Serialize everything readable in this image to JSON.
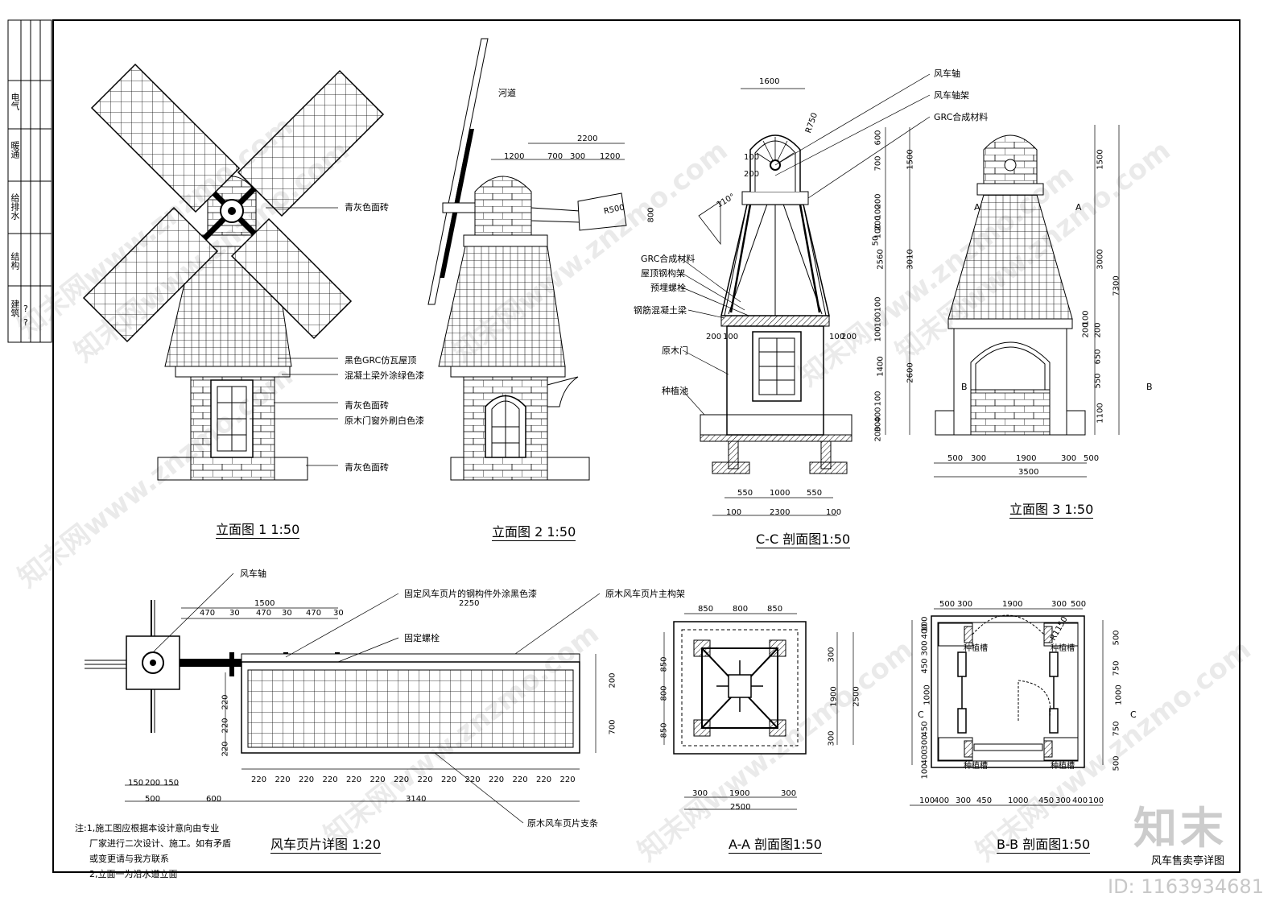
{
  "title_block": [
    "建筑",
    "结构",
    "给排水",
    "暖通",
    "电气"
  ],
  "stamp_marks": [
    "?",
    "?"
  ],
  "elevation1": {
    "title": "立面图 1 1:50",
    "labels": [
      "青灰色面砖",
      "黑色GRC仿瓦屋顶",
      "混凝土梁外涂绿色漆",
      "青灰色面砖",
      "原木门窗外刷白色漆",
      "青灰色面砖"
    ]
  },
  "elevation2": {
    "title": "立面图 2 1:50",
    "label_river": "河道",
    "dims_top": [
      "2200",
      "1200",
      "700",
      "300",
      "1200"
    ],
    "dim_r": "R500",
    "dim_side": "800"
  },
  "section_cc": {
    "title": "C-C 剖面图1:50",
    "top_dim": "1600",
    "arc_r": "R750",
    "angle": "110°",
    "labels_right": [
      "风车轴",
      "风车轴架",
      "GRC合成材料"
    ],
    "labels_left": [
      "GRC合成材料",
      "屋顶钢构架",
      "预埋螺栓",
      "钢筋混凝土梁",
      "原木门",
      "种植池"
    ],
    "dims_left_small": [
      "100",
      "200",
      "200",
      "100",
      "200",
      "100"
    ],
    "dims_right_inner": [
      "600",
      "700",
      "200",
      "200",
      "100",
      "50",
      "100",
      "2560",
      "100",
      "100",
      "100",
      "1400",
      "100",
      "400",
      "300",
      "200"
    ],
    "dims_right_outer": [
      "1500",
      "3010",
      "2600"
    ],
    "dims_bottom": [
      "550",
      "1000",
      "550",
      "100",
      "2300",
      "100"
    ]
  },
  "elevation3": {
    "title": "立面图 3 1:50",
    "section_marks": [
      "A",
      "A",
      "B",
      "B"
    ],
    "dims_right_inner": [
      "1500",
      "3000",
      "200",
      "650",
      "550",
      "1100",
      "200",
      "100"
    ],
    "dims_right_total": "7300",
    "dims_bottom": [
      "500",
      "300",
      "1900",
      "300",
      "500",
      "3500"
    ]
  },
  "blade_detail": {
    "title": "风车页片详图  1:20",
    "labels": [
      "风车轴",
      "固定风车页片的钢构件外涂黑色漆",
      "原木风车页片主构架",
      "固定螺栓",
      "原木风车页片支条"
    ],
    "dims_top": [
      "1500",
      "2250",
      "470",
      "30",
      "470",
      "30",
      "470",
      "30"
    ],
    "dims_right": [
      "200",
      "700"
    ],
    "dims_left": [
      "220",
      "220",
      "220"
    ],
    "dims_bottom_cells": [
      "220",
      "220",
      "220",
      "220",
      "220",
      "220",
      "220",
      "220",
      "220",
      "220",
      "220",
      "220",
      "220",
      "220"
    ],
    "dims_bottom_left": [
      "150",
      "200",
      "150",
      "500",
      "600"
    ],
    "dim_total": "3140"
  },
  "section_aa": {
    "title": "A-A 剖面图1:50",
    "dims_top": [
      "850",
      "800",
      "850"
    ],
    "dims_left": [
      "850",
      "800",
      "850"
    ],
    "dims_right": [
      "300",
      "1900",
      "300",
      "2500"
    ],
    "dims_bottom": [
      "300",
      "1900",
      "300",
      "2500"
    ]
  },
  "section_bb": {
    "title": "B-B 剖面图1:50",
    "planter_label": "种植槽",
    "arc_r": "R1150",
    "section_marks": [
      "C",
      "C"
    ],
    "dims_top": [
      "500",
      "300",
      "1900",
      "300",
      "500"
    ],
    "dims_left": [
      "400",
      "300",
      "450",
      "1000",
      "450",
      "300",
      "400",
      "100",
      "100"
    ],
    "dims_right": [
      "500",
      "750",
      "1000",
      "750",
      "500"
    ],
    "dims_bottom": [
      "100",
      "400",
      "300",
      "450",
      "1000",
      "450",
      "300",
      "400",
      "100"
    ]
  },
  "notes": {
    "lines": [
      "注:1,施工图应根据本设计意向由专业",
      "厂家进行二次设计、施工。如有矛盾",
      "或变更请与我方联系",
      "2,立面一为沿水道立面"
    ]
  },
  "drawing_title": "风车售卖亭详图",
  "logo_text": "知末",
  "id_text": "ID: 1163934681",
  "watermark": "知末网www.znzmo.com"
}
